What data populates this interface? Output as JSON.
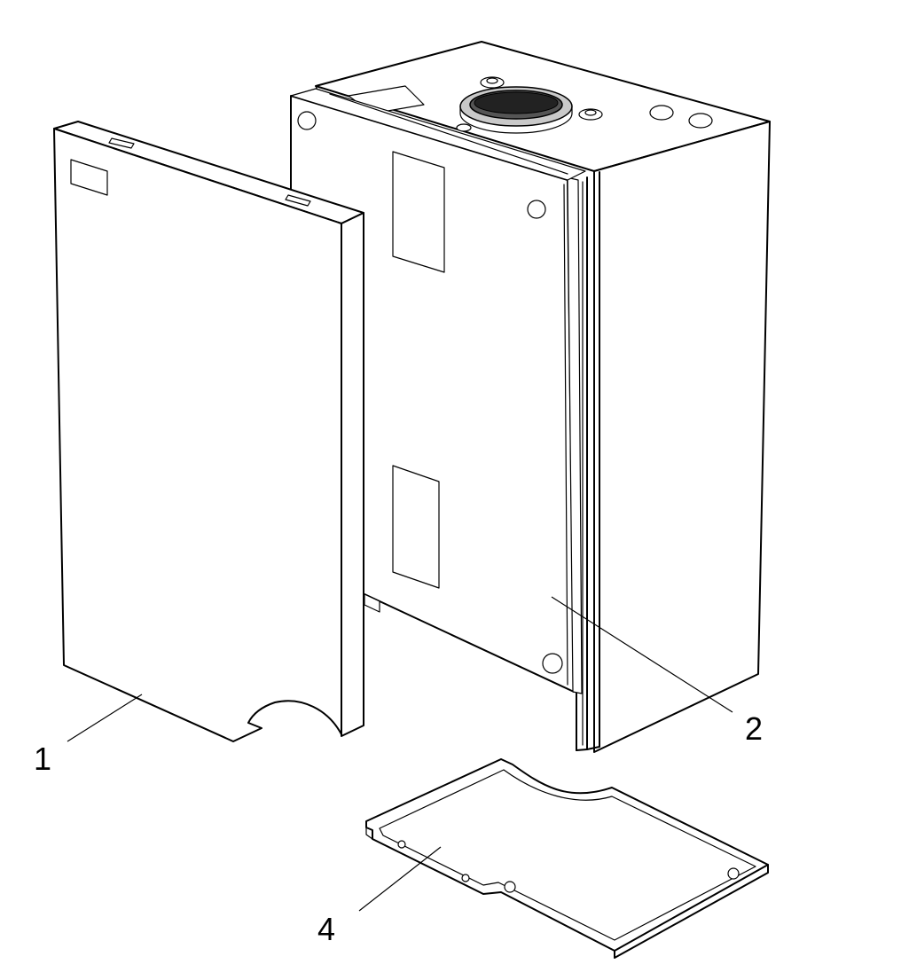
{
  "diagram": {
    "callouts": [
      {
        "id": "front-panel",
        "label": "1"
      },
      {
        "id": "inner-panel",
        "label": "2"
      },
      {
        "id": "bottom-panel",
        "label": "4"
      }
    ]
  }
}
